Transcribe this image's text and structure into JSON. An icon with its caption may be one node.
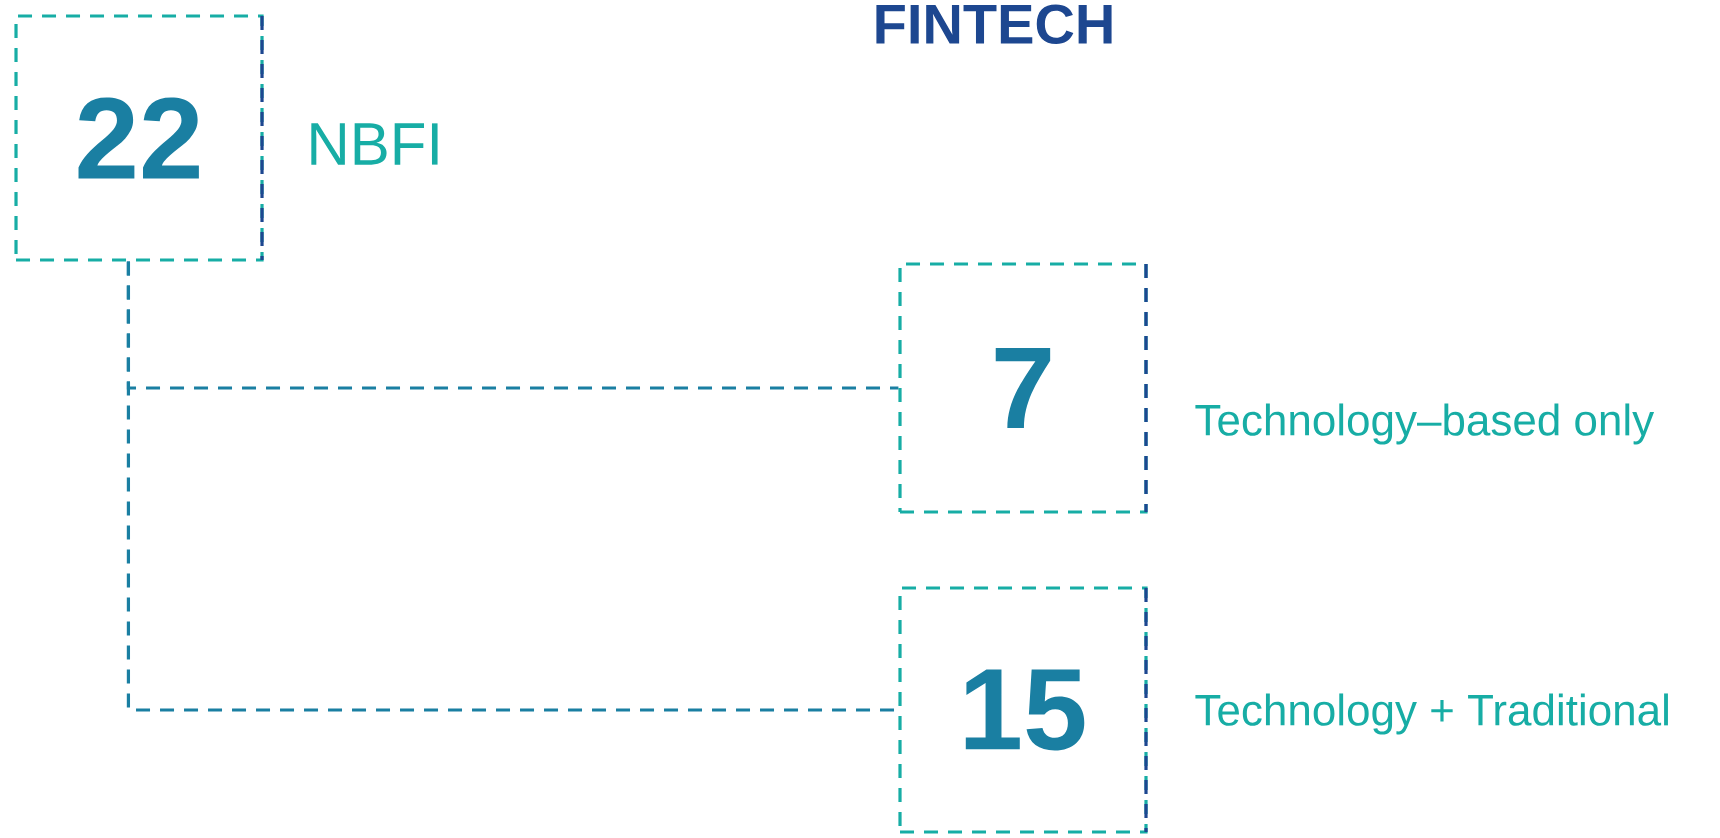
{
  "diagram": {
    "nodes": [
      {
        "text": [
          "22"
        ],
        "beside": [
          "NBFI"
        ]
      },
      {
        "text": [
          "7"
        ],
        "beside": [
          "Technology–based only"
        ]
      },
      {
        "text": [
          "15"
        ],
        "beside": [
          "Technology + Traditional"
        ]
      }
    ],
    "edges": [
      {
        "from": 0,
        "to": 1,
        "arrow": "none",
        "style": "dashed"
      },
      {
        "from": 0,
        "to": 2,
        "arrow": "none",
        "style": "dashed"
      }
    ],
    "labels": [
      "FINTECH"
    ]
  }
}
